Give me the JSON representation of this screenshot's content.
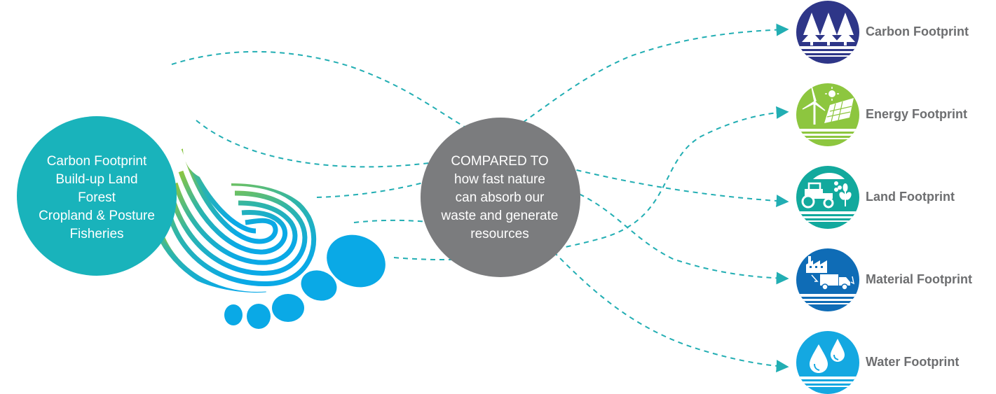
{
  "colors": {
    "connector": "#22aeb3",
    "center_circle": "#7b7c7e",
    "left_circle": "#19b3bb",
    "carbon": "#2e3688",
    "energy": "#8dc63f",
    "land": "#12a99d",
    "material": "#0f6cb6",
    "water": "#14a8e1",
    "label": "#6d6e70"
  },
  "left_circle": {
    "lines": [
      "Carbon Footprint",
      "Build-up Land",
      "Forest",
      "Cropland & Posture",
      "Fisheries"
    ]
  },
  "center_circle": {
    "lines": [
      "COMPARED TO",
      "how fast nature",
      "can absorb our",
      "waste and generate",
      "resources"
    ]
  },
  "footprints": [
    {
      "label": "Carbon Footprint",
      "icon": "trees-icon"
    },
    {
      "label": "Energy Footprint",
      "icon": "wind-solar-icon"
    },
    {
      "label": "Land Footprint",
      "icon": "tractor-icon"
    },
    {
      "label": "Material Footprint",
      "icon": "factory-truck-icon"
    },
    {
      "label": "Water Footprint",
      "icon": "water-drops-icon"
    }
  ]
}
